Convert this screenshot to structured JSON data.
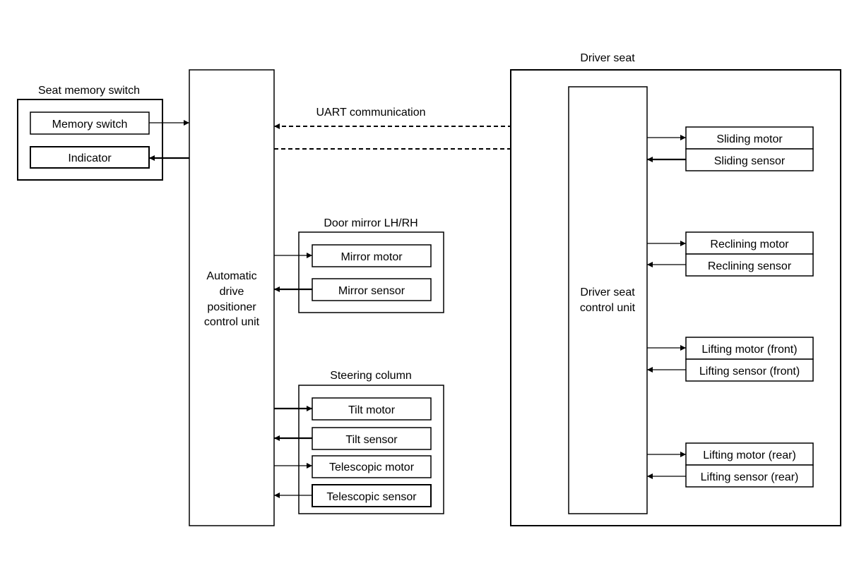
{
  "seat_memory_switch": {
    "title": "Seat memory switch",
    "memory_switch": "Memory switch",
    "indicator": "Indicator"
  },
  "adp_unit": {
    "line1": "Automatic",
    "line2": "drive",
    "line3": "positioner",
    "line4": "control unit"
  },
  "uart": {
    "label": "UART communication"
  },
  "door_mirror": {
    "title": "Door mirror LH/RH",
    "motor": "Mirror motor",
    "sensor": "Mirror sensor"
  },
  "steering_column": {
    "title": "Steering column",
    "tilt_motor": "Tilt motor",
    "tilt_sensor": "Tilt sensor",
    "telescopic_motor": "Telescopic motor",
    "telescopic_sensor": "Telescopic sensor"
  },
  "driver_seat": {
    "title": "Driver seat",
    "control_unit_line1": "Driver seat",
    "control_unit_line2": "control unit",
    "sliding_motor": "Sliding motor",
    "sliding_sensor": "Sliding sensor",
    "reclining_motor": "Reclining motor",
    "reclining_sensor": "Reclining sensor",
    "lifting_motor_front": "Lifting motor (front)",
    "lifting_sensor_front": "Lifting sensor (front)",
    "lifting_motor_rear": "Lifting motor (rear)",
    "lifting_sensor_rear": "Lifting sensor (rear)"
  }
}
